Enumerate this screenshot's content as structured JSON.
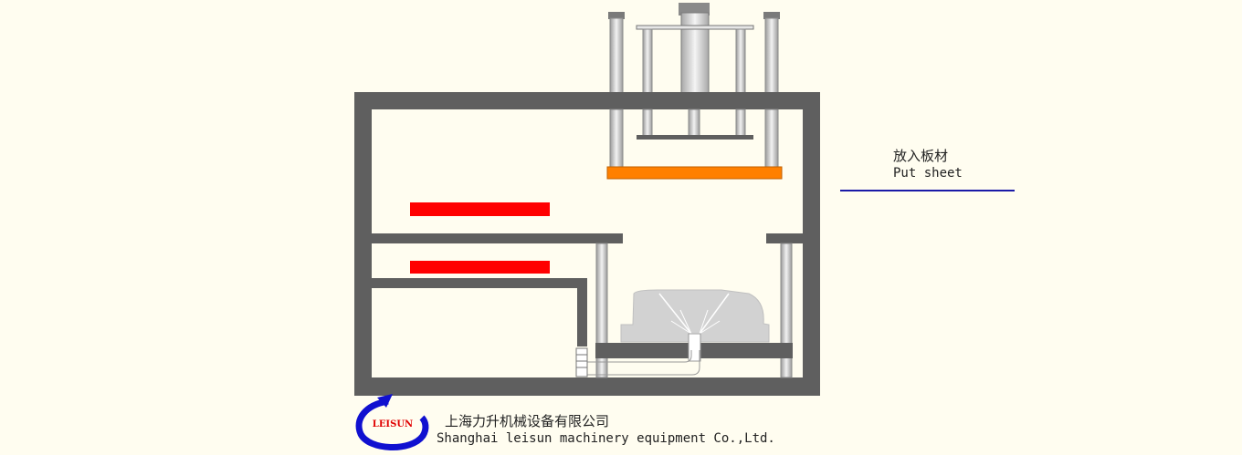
{
  "diagram": {
    "step_label": {
      "cn": "放入板材",
      "en": "Put sheet"
    },
    "company": {
      "name_cn": "上海力升机械设备有限公司",
      "name_en": "Shanghai leisun machinery equipment Co.,Ltd.",
      "logo_text": "LEISUN"
    },
    "colors": {
      "background": "#fffdf0",
      "frame": "#5f5f5f",
      "heater": "#ff0000",
      "sheet": "#ff8000",
      "steel": "#c8c8c8",
      "mold": "#d2d2d2",
      "label_line": "#1a1aa8",
      "logo_arrow": "#1010d0",
      "logo_text": "#e00000"
    }
  }
}
